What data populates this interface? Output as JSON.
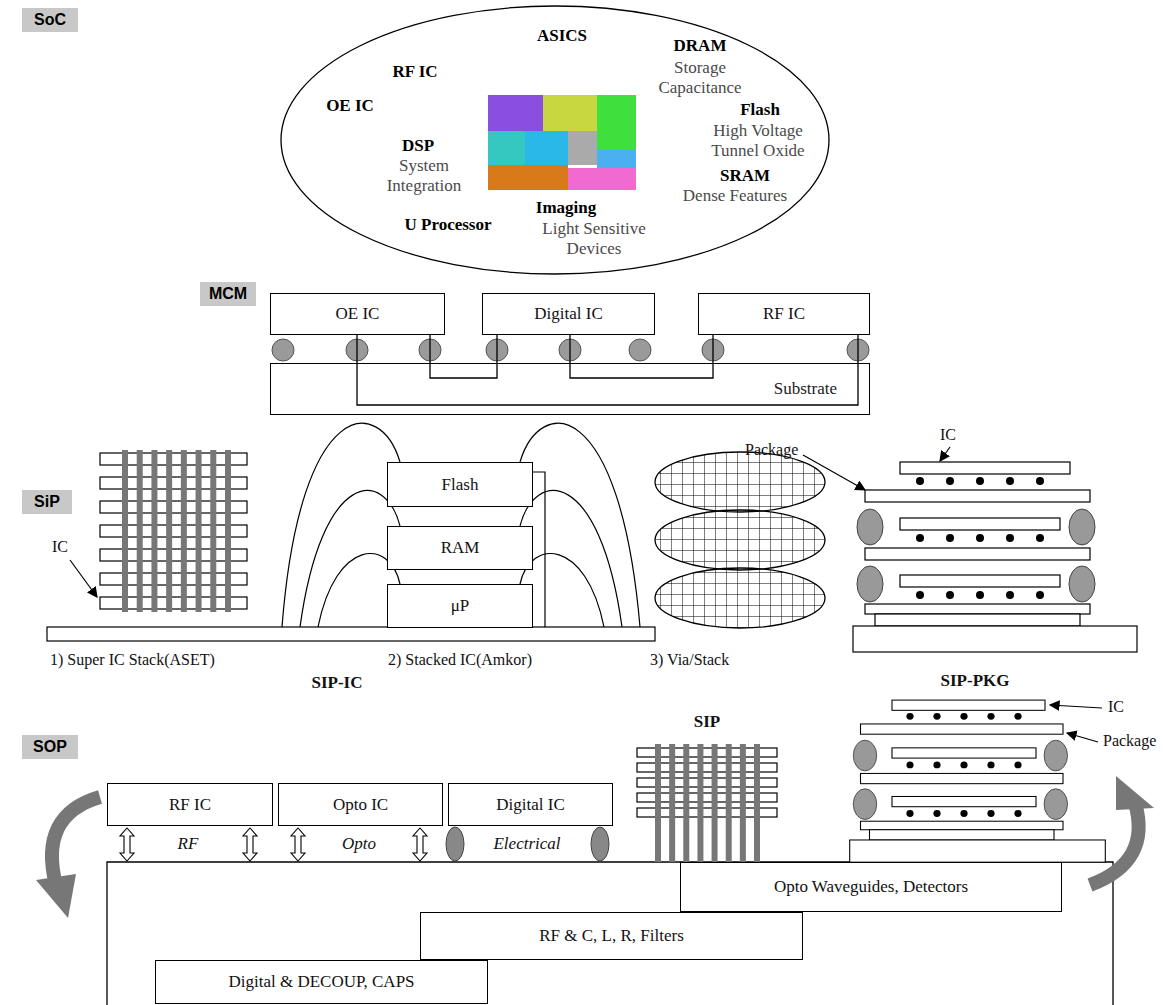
{
  "diagram": {
    "nodes": [
      {
        "text": [
          "SoC"
        ]
      },
      {
        "text": [
          "ASICS",
          "DRAM",
          "Storage Capacitance",
          "RF IC",
          "OE IC",
          "Flash",
          "High Voltage Tunnel Oxide",
          "DSP",
          "System Integration",
          "SRAM",
          "Dense Features",
          "Imaging",
          "U Processor",
          "Light Sensitive Devices"
        ]
      },
      {
        "text": [
          "MCM"
        ]
      },
      {
        "text": [
          "OE IC"
        ]
      },
      {
        "text": [
          "Digital IC"
        ]
      },
      {
        "text": [
          "RF IC"
        ]
      },
      {
        "text": [
          "Substrate"
        ]
      },
      {
        "text": [
          "SiP"
        ]
      },
      {
        "text": [
          "Flash"
        ]
      },
      {
        "text": [
          "RAM"
        ]
      },
      {
        "text": [
          "μP"
        ]
      },
      {
        "text": [
          "SOP"
        ]
      },
      {
        "text": [
          "RF IC"
        ]
      },
      {
        "text": [
          "Opto IC"
        ]
      },
      {
        "text": [
          "Digital IC"
        ]
      },
      {
        "text": [
          "Opto Waveguides, Detectors"
        ]
      },
      {
        "text": [
          "RF & C, L, R, Filters"
        ]
      },
      {
        "text": [
          "Digital & DECOUP, CAPS"
        ]
      }
    ],
    "edges": [
      {
        "from": 3,
        "to": 4,
        "arrow": "none"
      },
      {
        "from": 4,
        "to": 5,
        "arrow": "none"
      },
      {
        "from": 3,
        "to": 5,
        "arrow": "none"
      }
    ],
    "labels": [
      "IC",
      "1) Super IC Stack(ASET)",
      "2) Stacked IC(Amkor)",
      "3) Via/Stack",
      "SIP-IC",
      "Package",
      "IC",
      "RF",
      "Opto",
      "Electrical",
      "SIP",
      "SIP-PKG",
      "IC",
      "Package"
    ]
  }
}
